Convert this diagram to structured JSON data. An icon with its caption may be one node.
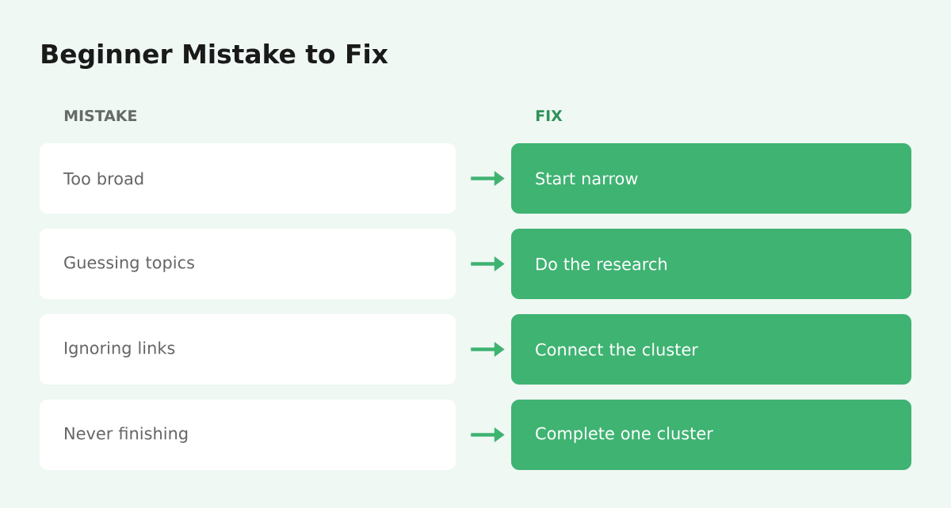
{
  "diagram": {
    "title": "Beginner Mistake to Fix",
    "nodes": [
      {
        "text": [
          "Too broad"
        ]
      },
      {
        "text": [
          "Start narrow"
        ]
      },
      {
        "text": [
          "Guessing topics"
        ]
      },
      {
        "text": [
          "Do the research"
        ]
      },
      {
        "text": [
          "Ignoring links"
        ]
      },
      {
        "text": [
          "Connect the cluster"
        ]
      },
      {
        "text": [
          "Never finishing"
        ]
      },
      {
        "text": [
          "Complete one cluster"
        ]
      }
    ],
    "edges": [
      {
        "from": 0,
        "to": 1,
        "arrow": "to"
      },
      {
        "from": 2,
        "to": 3,
        "arrow": "to"
      },
      {
        "from": 4,
        "to": 5,
        "arrow": "to"
      },
      {
        "from": 6,
        "to": 7,
        "arrow": "to"
      }
    ],
    "labels": [
      "MISTAKE",
      "FIX"
    ]
  }
}
